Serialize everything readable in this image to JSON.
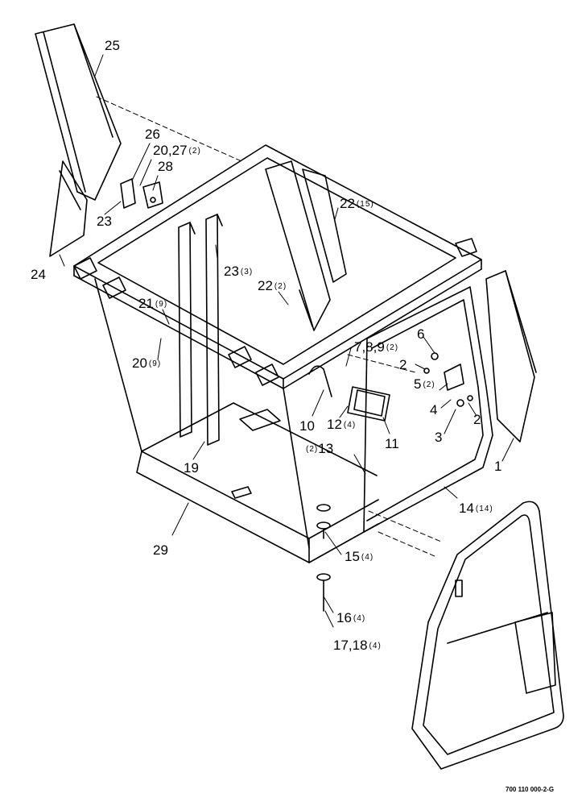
{
  "drawing_number": "700 110 000-2-G",
  "callouts": [
    {
      "id": "c25",
      "text": "25",
      "qty": ""
    },
    {
      "id": "c26",
      "text": "26",
      "qty": ""
    },
    {
      "id": "c20_27",
      "text": "20,27",
      "qty": "(2)"
    },
    {
      "id": "c28",
      "text": "28",
      "qty": ""
    },
    {
      "id": "c23a",
      "text": "23",
      "qty": ""
    },
    {
      "id": "c24",
      "text": "24",
      "qty": ""
    },
    {
      "id": "c22_15",
      "text": "22",
      "qty": "(15)"
    },
    {
      "id": "c23_3",
      "text": "23",
      "qty": "(3)"
    },
    {
      "id": "c22_2",
      "text": "22",
      "qty": "(2)"
    },
    {
      "id": "c21_9",
      "text": "21",
      "qty": "(9)"
    },
    {
      "id": "c20_9",
      "text": "20",
      "qty": "(9)"
    },
    {
      "id": "c7_8_9",
      "text": "7,8,9",
      "qty": "(2)"
    },
    {
      "id": "c6",
      "text": "6",
      "qty": ""
    },
    {
      "id": "c2a",
      "text": "2",
      "qty": ""
    },
    {
      "id": "c5",
      "text": "5",
      "qty": "(2)"
    },
    {
      "id": "c4",
      "text": "4",
      "qty": ""
    },
    {
      "id": "c2b",
      "text": "2",
      "qty": ""
    },
    {
      "id": "c3",
      "text": "3",
      "qty": ""
    },
    {
      "id": "c1",
      "text": "1",
      "qty": ""
    },
    {
      "id": "c10",
      "text": "10",
      "qty": ""
    },
    {
      "id": "c12",
      "text": "12",
      "qty": "(4)"
    },
    {
      "id": "c11",
      "text": "11",
      "qty": ""
    },
    {
      "id": "c13",
      "text": "13",
      "qty": "(2)"
    },
    {
      "id": "c19",
      "text": "19",
      "qty": ""
    },
    {
      "id": "c14",
      "text": "14",
      "qty": "(14)"
    },
    {
      "id": "c29",
      "text": "29",
      "qty": ""
    },
    {
      "id": "c15",
      "text": "15",
      "qty": "(4)"
    },
    {
      "id": "c16",
      "text": "16",
      "qty": "(4)"
    },
    {
      "id": "c17_18",
      "text": "17,18",
      "qty": "(4)"
    }
  ]
}
